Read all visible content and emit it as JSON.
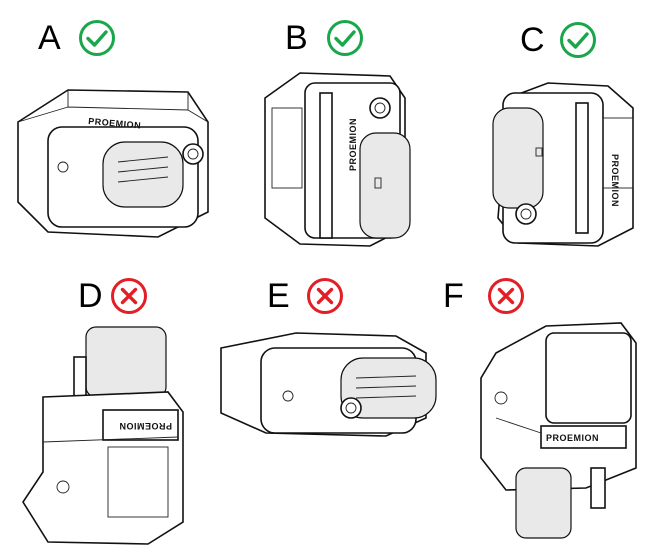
{
  "colors": {
    "ok": "#1aa64b",
    "bad": "#e31e24"
  },
  "brand": "PROEMION",
  "options": [
    {
      "label": "A",
      "status": "correct",
      "icon": "check-circle-icon"
    },
    {
      "label": "B",
      "status": "correct",
      "icon": "check-circle-icon"
    },
    {
      "label": "C",
      "status": "correct",
      "icon": "check-circle-icon"
    },
    {
      "label": "D",
      "status": "incorrect",
      "icon": "cross-circle-icon"
    },
    {
      "label": "E",
      "status": "incorrect",
      "icon": "cross-circle-icon"
    },
    {
      "label": "F",
      "status": "incorrect",
      "icon": "cross-circle-icon"
    }
  ]
}
